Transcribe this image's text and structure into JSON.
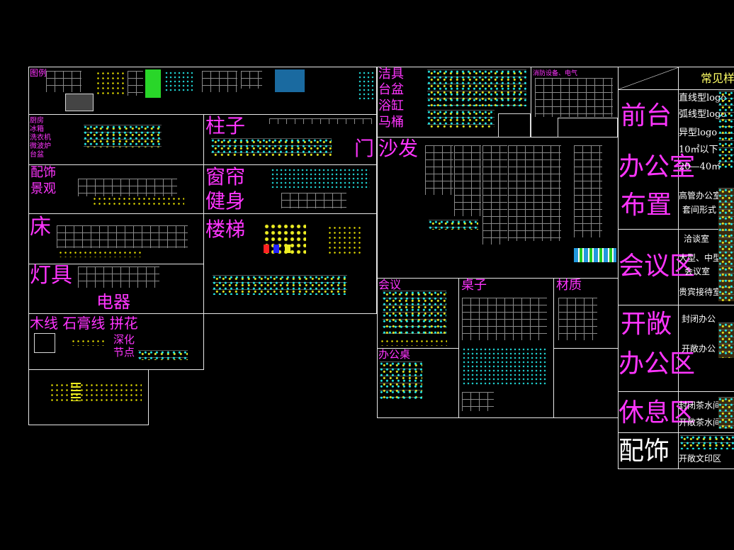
{
  "left": {
    "gallery": "图例",
    "kitchen": [
      "厨房",
      "冰箱",
      "洗衣机",
      "微波炉",
      "台盆"
    ],
    "pillar": "柱子",
    "door": "门",
    "decor": "配饰",
    "landscape": "景观",
    "curtain": "窗帘",
    "fitness": "健身",
    "bed": "床",
    "stairs": "楼梯",
    "lamp": "灯具",
    "appliance": "电器",
    "molding": "木线  石膏线  拼花",
    "detail": [
      "深化",
      "节点"
    ]
  },
  "middle": {
    "sanitary": [
      "洁具",
      "台盆",
      "浴缸",
      "马桶"
    ],
    "equipment": "消防设备、电气",
    "sofa": "沙发",
    "meeting": "会议",
    "desk": "桌子",
    "material": "材质",
    "office_desk": "办公桌"
  },
  "right": {
    "header": "常见样式",
    "zones": [
      "前台",
      "办公室",
      "布置",
      "会议区",
      "开敞",
      "办公区",
      "休息区",
      "配饰"
    ],
    "rows": [
      "直线型logo",
      "弧线型logo",
      "异型logo",
      "10㎡以下",
      "20—40㎡",
      "高管办公室",
      "套间形式",
      "洽谈室",
      "大型、中型",
      "会议室",
      "贵宾接待室",
      "封闭办公",
      "开敞办公",
      "封闭茶水间",
      "开敞茶水间",
      "开敞文印区"
    ]
  }
}
